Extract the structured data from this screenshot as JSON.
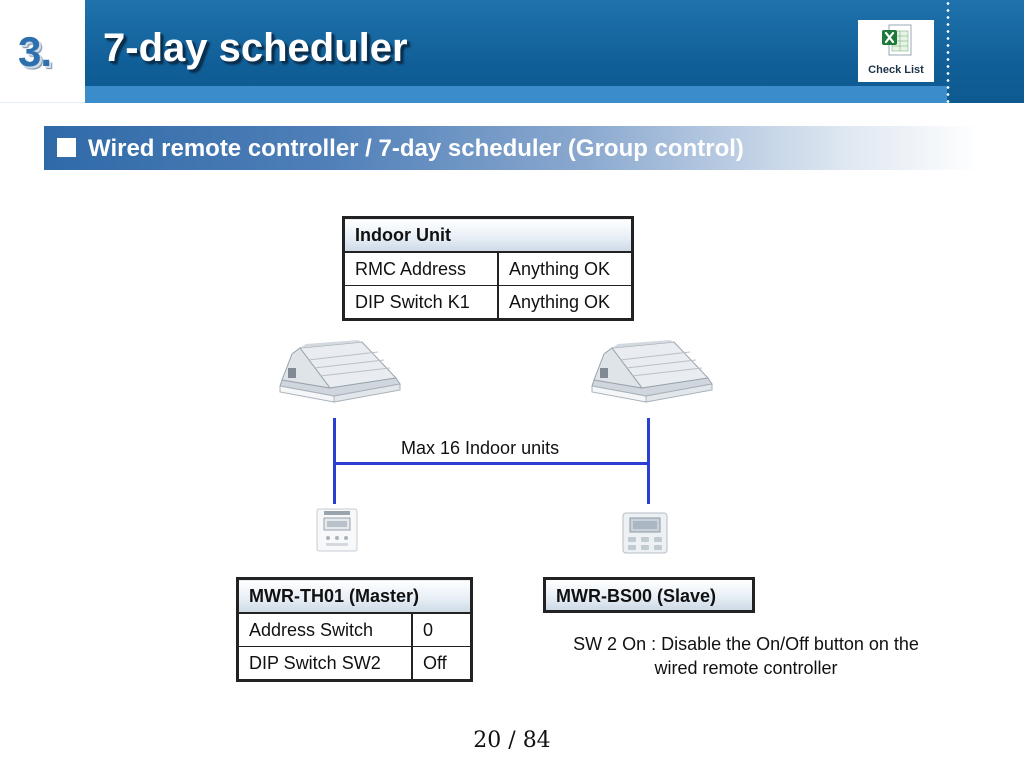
{
  "header": {
    "section_number": "3.",
    "title": "7-day scheduler",
    "checklist_label": "Check List"
  },
  "banner": {
    "text": "Wired remote controller / 7-day scheduler (Group control)"
  },
  "indoor_table": {
    "header": "Indoor Unit",
    "rows": [
      [
        "RMC Address",
        "Anything OK"
      ],
      [
        "DIP Switch K1",
        "Anything OK"
      ]
    ]
  },
  "diagram": {
    "max_label": "Max 16 Indoor units"
  },
  "master_table": {
    "header": "MWR-TH01 (Master)",
    "rows": [
      [
        "Address Switch",
        "0"
      ],
      [
        "DIP Switch SW2",
        "Off"
      ]
    ]
  },
  "slave": {
    "header": "MWR-BS00 (Slave)",
    "note_line1": "SW 2 On : Disable the On/Off button on the",
    "note_line2": "wired remote controller"
  },
  "footer": {
    "page": "20 / 84"
  },
  "colors": {
    "header_blue": "#115f98",
    "wire_blue": "#2a3fd1",
    "section_blue": "#2e6fad"
  }
}
